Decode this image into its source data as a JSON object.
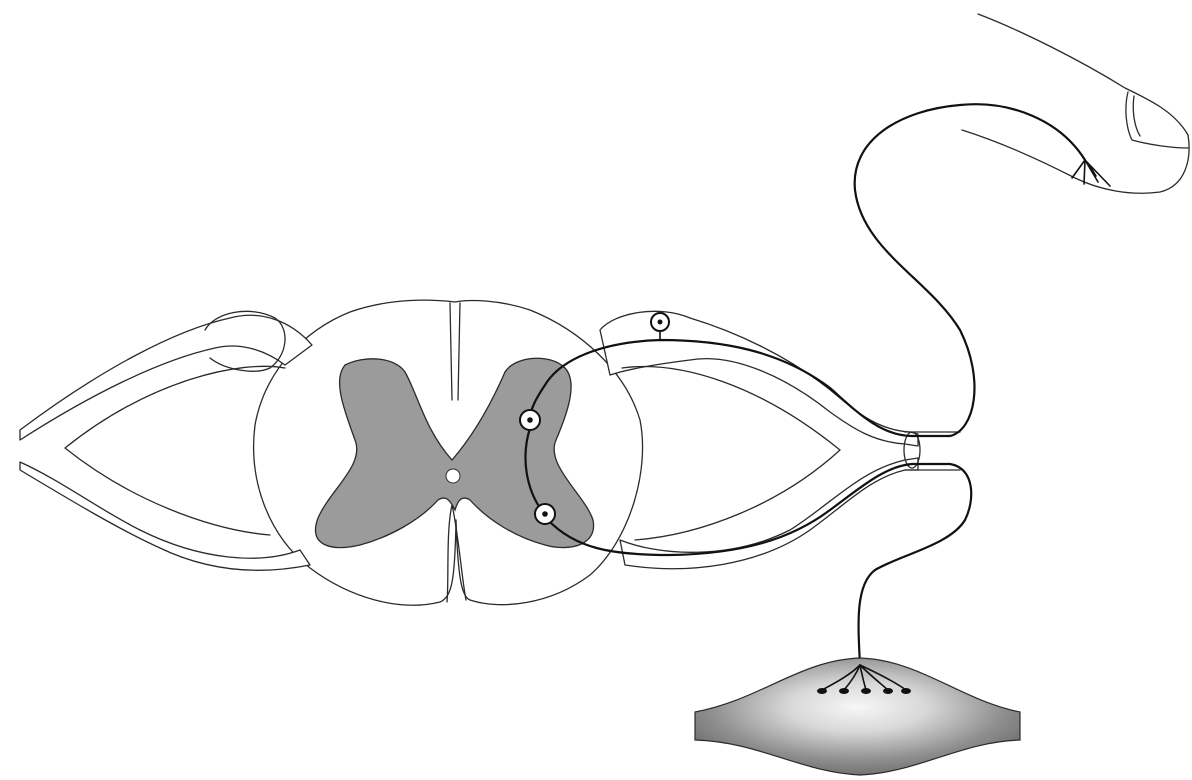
{
  "diagram": {
    "components": [
      "spinal-cord-cross-section",
      "grey-matter",
      "central-canal",
      "dorsal-root-ganglion",
      "sensory-neuron",
      "interneuron",
      "motor-neuron",
      "spinal-nerve",
      "fingertip",
      "sensory-receptor-endings",
      "muscle",
      "neuromuscular-junctions"
    ],
    "colors": {
      "line": "#111111",
      "outline": "#2a2a2a",
      "grey_matter": "#9b9b9b",
      "muscle_dark": "#6e6e6e",
      "muscle_light": "#f2f2f2",
      "background": "#ffffff"
    }
  }
}
